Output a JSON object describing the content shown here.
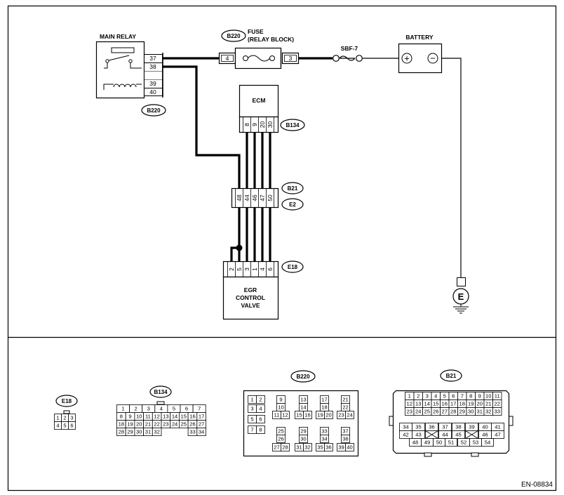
{
  "components": {
    "main_relay": {
      "label": "MAIN RELAY",
      "pins": [
        "37",
        "38",
        "39",
        "40"
      ],
      "connector": "B220"
    },
    "fuse": {
      "connector": "B220",
      "label_line1": "FUSE",
      "label_line2": "(RELAY BLOCK)",
      "pin_left": "4",
      "pin_right": "3"
    },
    "sbf": {
      "label": "SBF-7"
    },
    "battery": {
      "label": "BATTERY",
      "plus": "+",
      "minus": "−"
    },
    "ecm": {
      "label": "ECM",
      "pins": [
        "8",
        "9",
        "20",
        "30"
      ],
      "connector": "B134"
    },
    "joint": {
      "pins": [
        "48",
        "44",
        "46",
        "47",
        "50"
      ],
      "connector_top": "B21",
      "connector_bottom": "E2"
    },
    "egr": {
      "pins": [
        "2",
        "5",
        "3",
        "1",
        "4",
        "6"
      ],
      "connector": "E18",
      "label_line1": "EGR",
      "label_line2": "CONTROL",
      "label_line3": "VALVE"
    },
    "ground": {
      "label": "E"
    }
  },
  "connectors": {
    "e18": {
      "name": "E18",
      "row1": [
        "1",
        "2",
        "3"
      ],
      "row2": [
        "4",
        "5",
        "6"
      ]
    },
    "b134": {
      "name": "B134",
      "row1": [
        "1",
        "2",
        "3",
        "4",
        "5",
        "6",
        "7"
      ],
      "row2": [
        "8",
        "9",
        "10",
        "11",
        "12",
        "13",
        "14",
        "15",
        "16",
        "17"
      ],
      "row3": [
        "18",
        "19",
        "20",
        "21",
        "22",
        "23",
        "24",
        "25",
        "26",
        "27"
      ],
      "row4": [
        "28",
        "29",
        "30",
        "31",
        "32",
        "33",
        "34"
      ]
    },
    "b220": {
      "name": "B220",
      "cells": [
        "1",
        "2",
        "3",
        "4",
        "5",
        "6",
        "7",
        "8",
        "9",
        "10",
        "11",
        "12",
        "13",
        "14",
        "15",
        "16",
        "17",
        "18",
        "19",
        "20",
        "21",
        "22",
        "23",
        "24",
        "25",
        "26",
        "27",
        "28",
        "29",
        "30",
        "31",
        "32",
        "33",
        "34",
        "35",
        "36",
        "37",
        "38",
        "39",
        "40"
      ]
    },
    "b21": {
      "name": "B21",
      "row1": [
        "1",
        "2",
        "3",
        "4",
        "5",
        "6",
        "7",
        "8",
        "9",
        "10",
        "11"
      ],
      "row2": [
        "12",
        "13",
        "14",
        "15",
        "16",
        "17",
        "18",
        "19",
        "20",
        "21",
        "22"
      ],
      "row3": [
        "23",
        "24",
        "25",
        "26",
        "27",
        "28",
        "29",
        "30",
        "31",
        "32",
        "33"
      ],
      "row4": [
        "34",
        "35",
        "36",
        "37",
        "38",
        "39",
        "40",
        "41"
      ],
      "row5": [
        "42",
        "43",
        "44",
        "45",
        "46",
        "47"
      ],
      "row6": [
        "48",
        "49",
        "50",
        "51",
        "52",
        "53",
        "54"
      ]
    }
  },
  "doc_id": "EN-08834"
}
